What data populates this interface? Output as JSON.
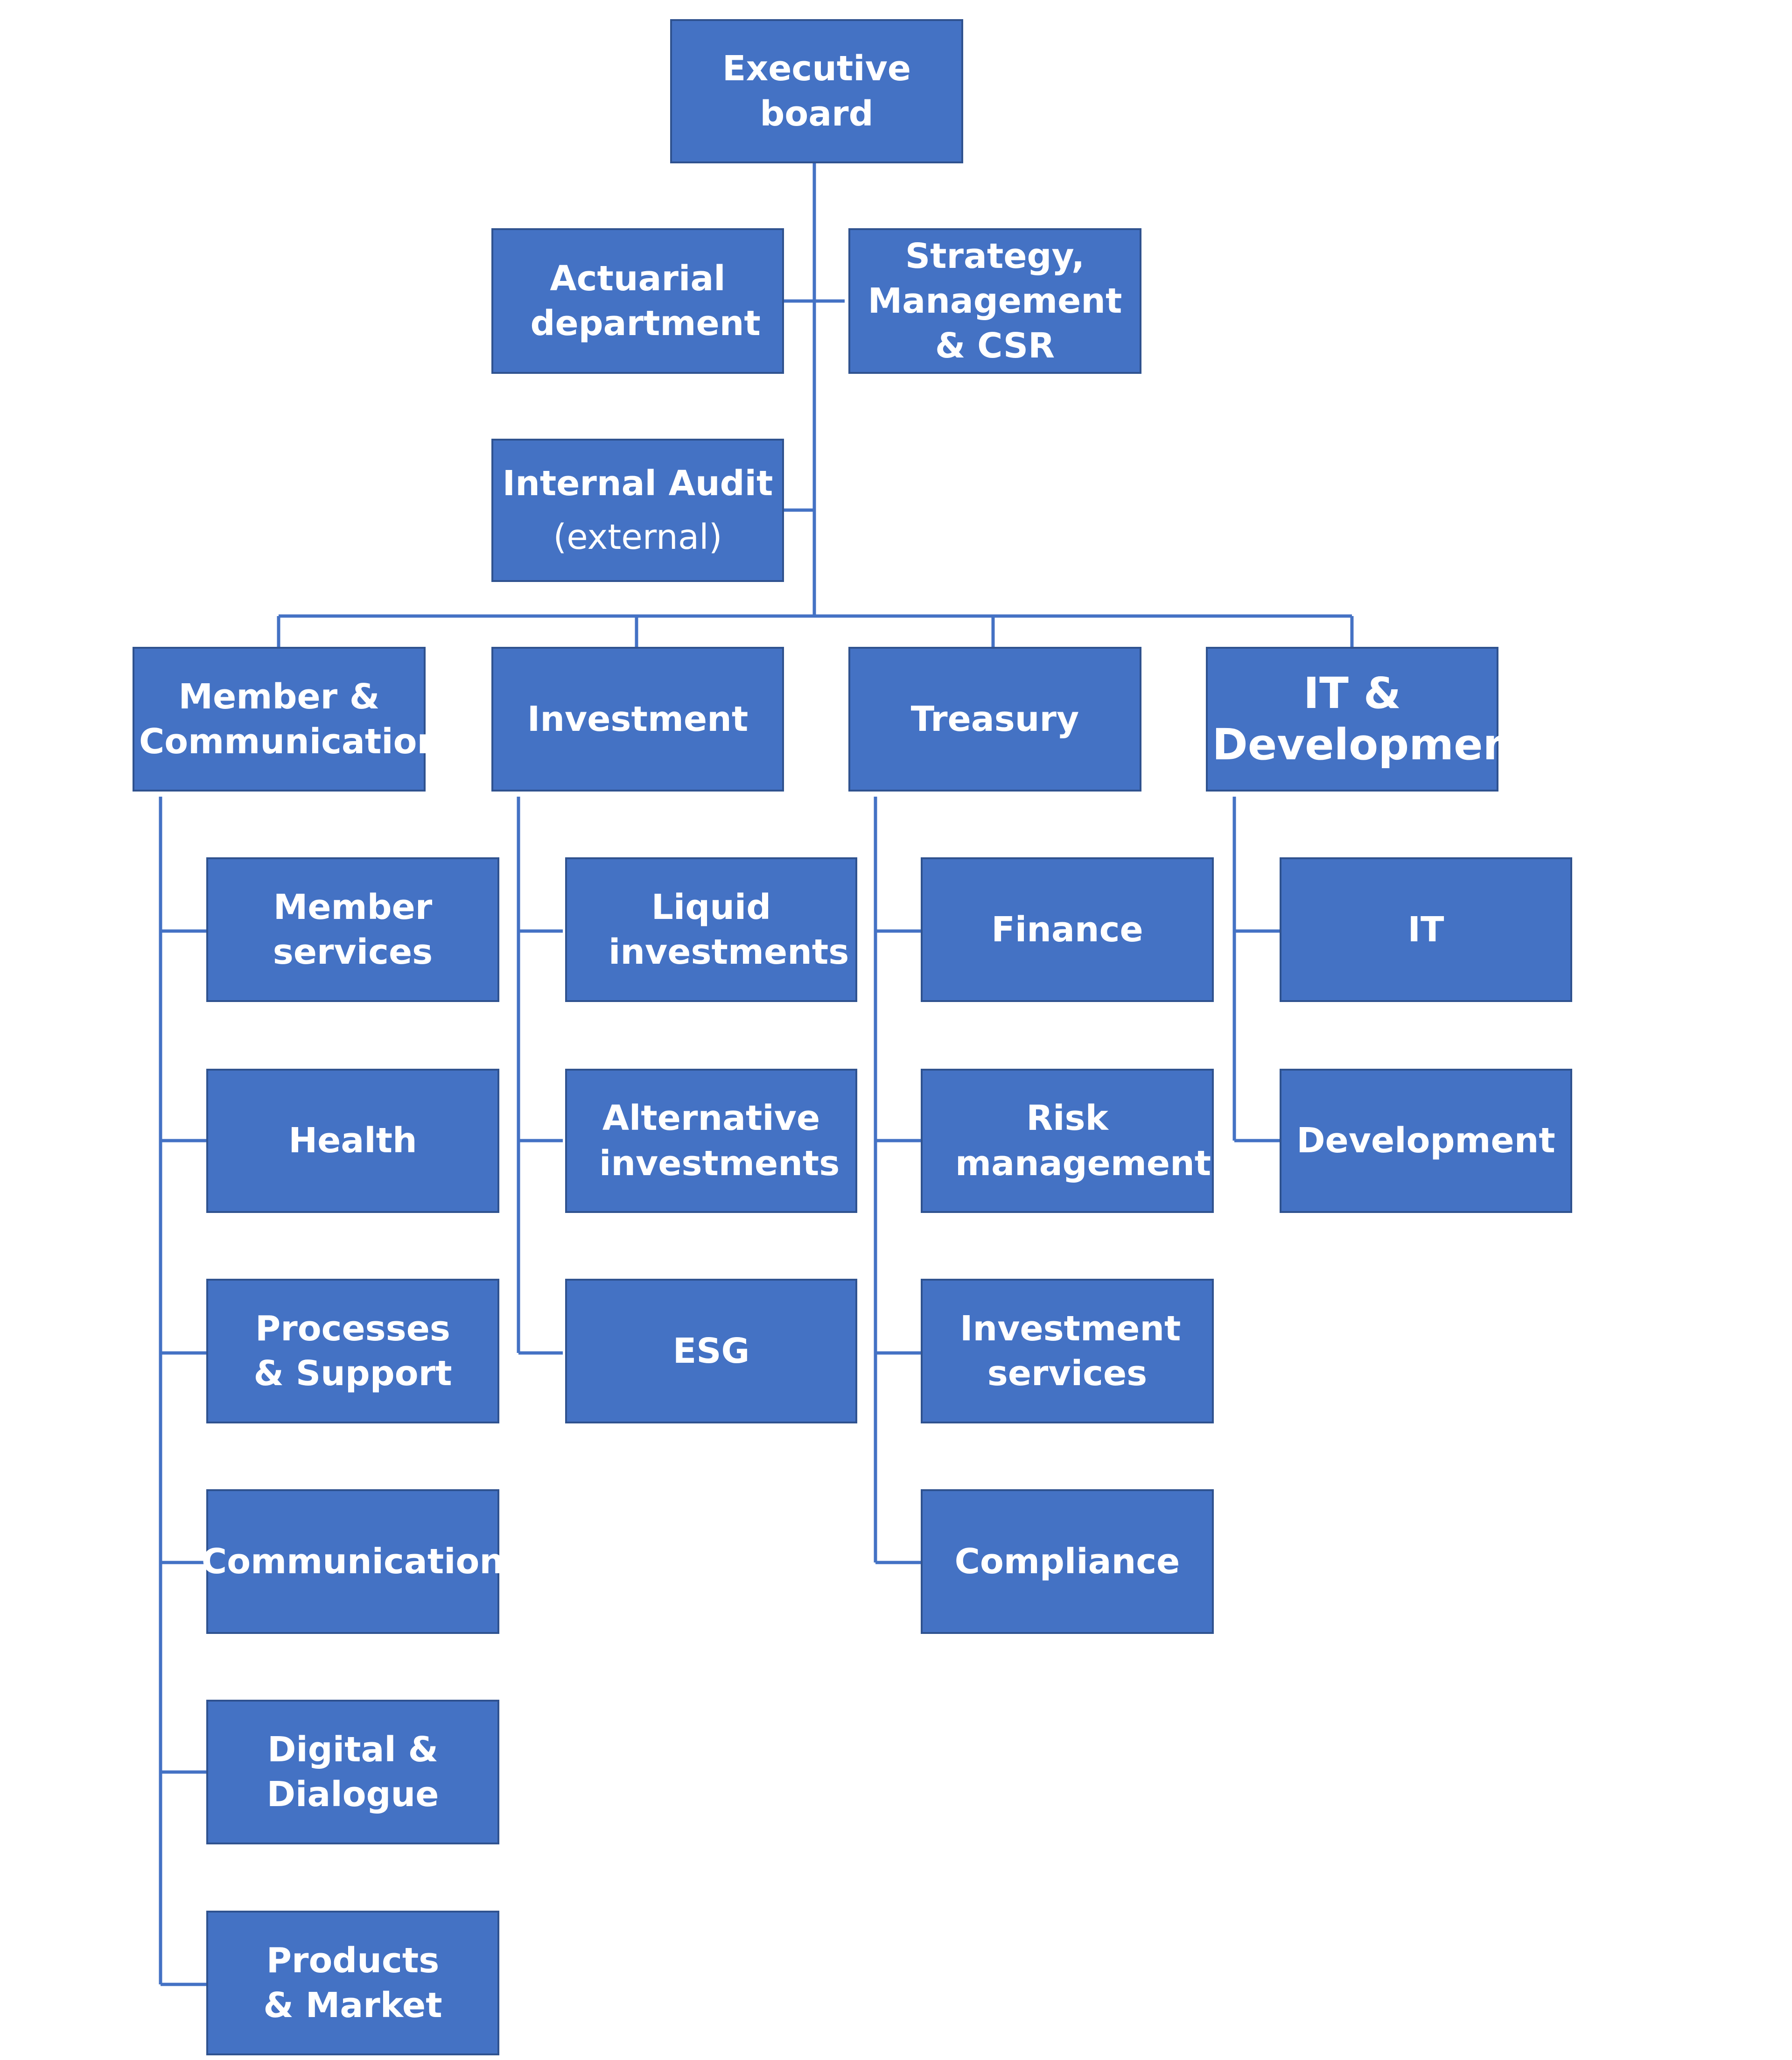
{
  "diagram": {
    "root": "Executive board",
    "staff": {
      "actuarial": "Actuarial department",
      "strategy": "Strategy, Management & CSR",
      "audit": "Internal Audit",
      "audit_note": "(external)"
    },
    "divisions": [
      {
        "name": "Member & Communication",
        "units": [
          "Member services",
          "Health",
          "Processes & Support",
          "Communication",
          "Digital & Dialogue",
          "Products & Market"
        ]
      },
      {
        "name": "Investment",
        "units": [
          "Liquid investments",
          "Alternative investments",
          "ESG"
        ]
      },
      {
        "name": "Treasury",
        "units": [
          "Finance",
          "Risk management",
          "Investment services",
          "Compliance"
        ]
      },
      {
        "name": "IT & Development",
        "units": [
          "IT",
          "Development"
        ]
      }
    ],
    "colors": {
      "box_fill": "#4472c4",
      "box_border": "#2f528f",
      "line": "#4472c4",
      "text": "#ffffff"
    }
  }
}
